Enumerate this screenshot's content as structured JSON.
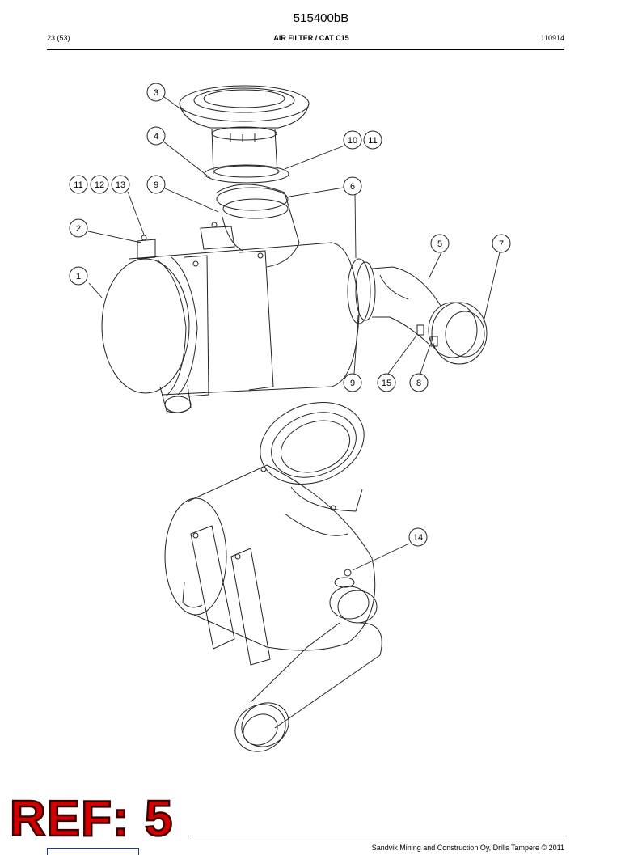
{
  "document": {
    "doc_number": "515400bB",
    "page": "23 (53)",
    "section_title": "AIR FILTER / CAT C15",
    "code": "110914"
  },
  "stamp": {
    "text": "REF: 5",
    "color": "#d40000"
  },
  "footer": {
    "copyright": "Sandvik Mining and Construction Oy, Drills Tampere © 2011"
  },
  "callouts": [
    {
      "id": "3",
      "label": "3"
    },
    {
      "id": "4",
      "label": "4"
    },
    {
      "id": "10",
      "label": "10"
    },
    {
      "id": "11a",
      "label": "11"
    },
    {
      "id": "11b",
      "label": "11"
    },
    {
      "id": "12",
      "label": "12"
    },
    {
      "id": "13",
      "label": "13"
    },
    {
      "id": "9a",
      "label": "9"
    },
    {
      "id": "6",
      "label": "6"
    },
    {
      "id": "2",
      "label": "2"
    },
    {
      "id": "5",
      "label": "5"
    },
    {
      "id": "7",
      "label": "7"
    },
    {
      "id": "1",
      "label": "1"
    },
    {
      "id": "9b",
      "label": "9"
    },
    {
      "id": "15",
      "label": "15"
    },
    {
      "id": "8",
      "label": "8"
    },
    {
      "id": "14",
      "label": "14"
    }
  ],
  "icons": {
    "logo": "sandvik-logo-icon"
  }
}
